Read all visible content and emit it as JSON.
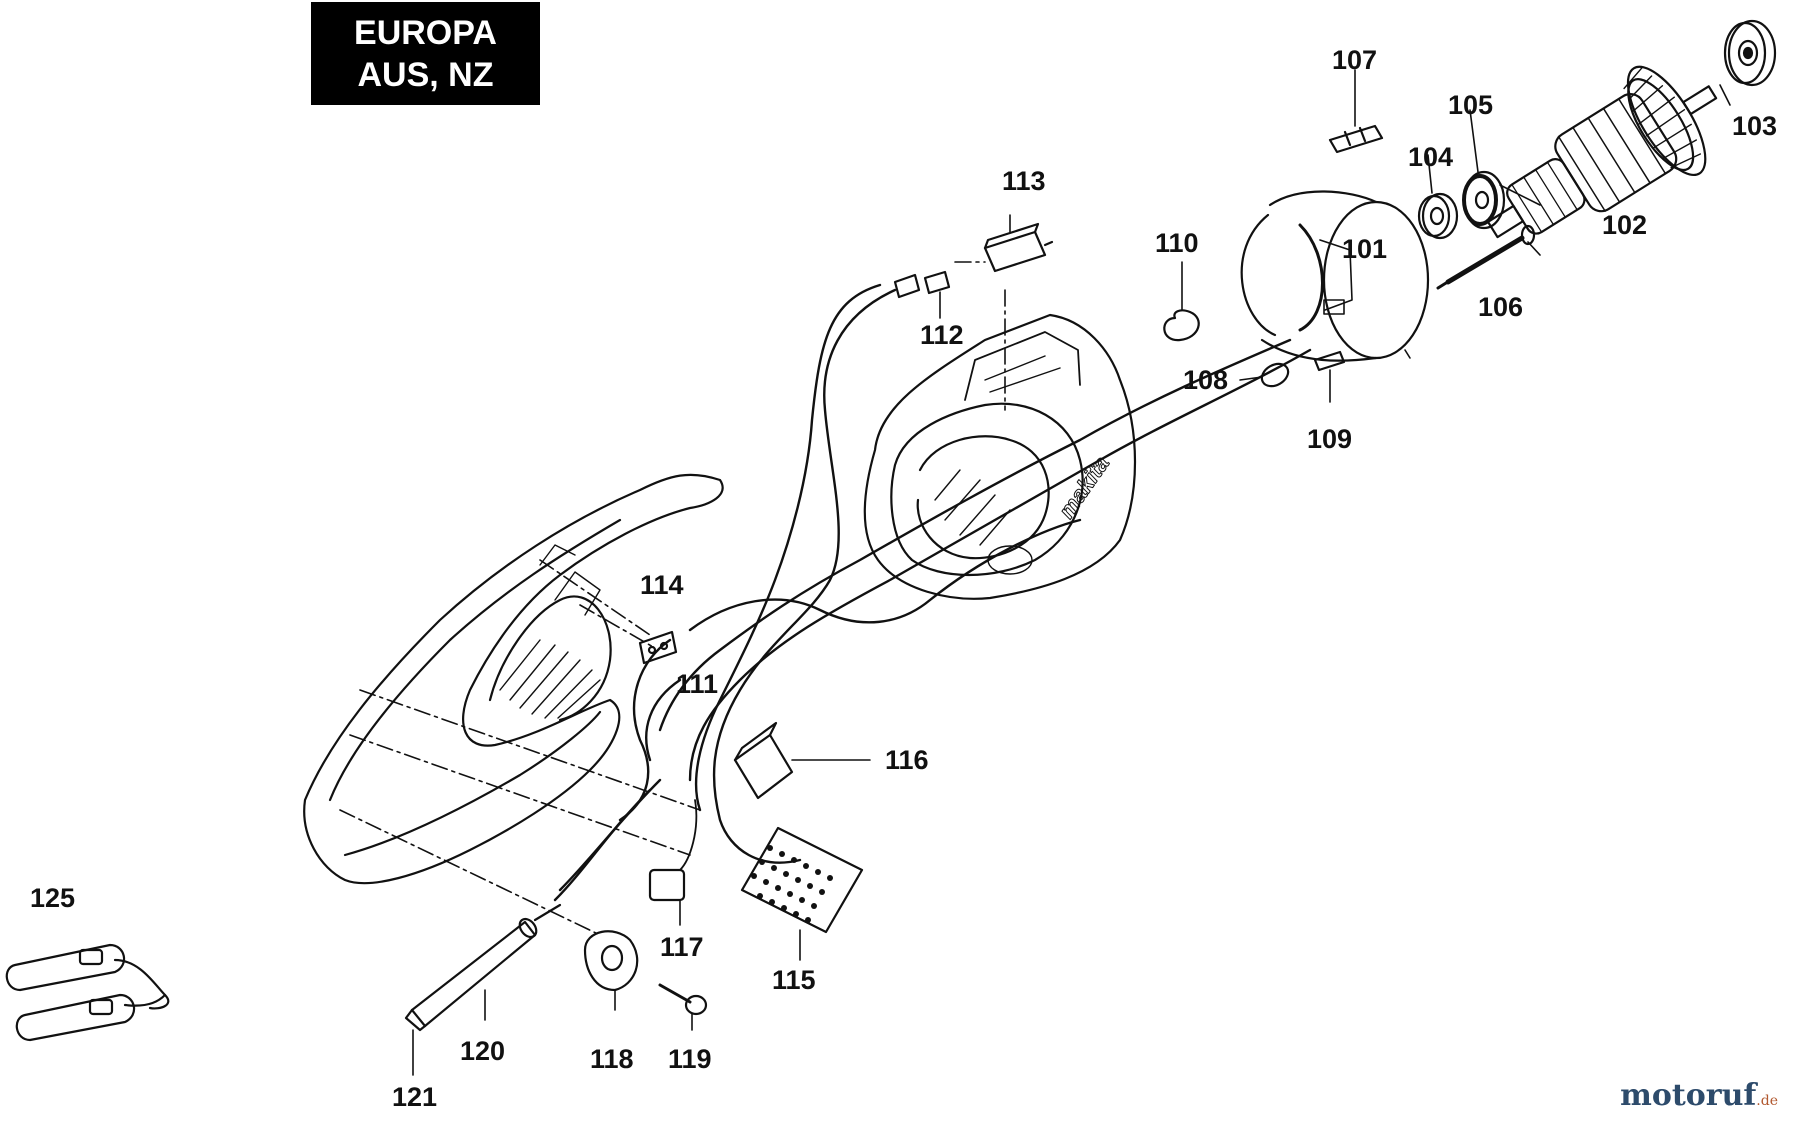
{
  "region_badge": {
    "line1": "EUROPA",
    "line2": "AUS, NZ"
  },
  "part_labels": {
    "p101": "101",
    "p102": "102",
    "p103": "103",
    "p104": "104",
    "p105": "105",
    "p106": "106",
    "p107": "107",
    "p108": "108",
    "p109": "109",
    "p110": "110",
    "p111": "111",
    "p112": "112",
    "p113": "113",
    "p114": "114",
    "p115": "115",
    "p116": "116",
    "p117": "117",
    "p118": "118",
    "p119": "119",
    "p120": "120",
    "p121": "121",
    "p125": "125"
  },
  "housing_brand": "makita",
  "watermark": {
    "main": "motoruf",
    "suffix": ".de"
  },
  "colors": {
    "line": "#111111",
    "badge_bg": "#000000",
    "badge_text": "#ffffff",
    "watermark_blue": "#2d4b6b",
    "watermark_orange": "#b1582f"
  }
}
